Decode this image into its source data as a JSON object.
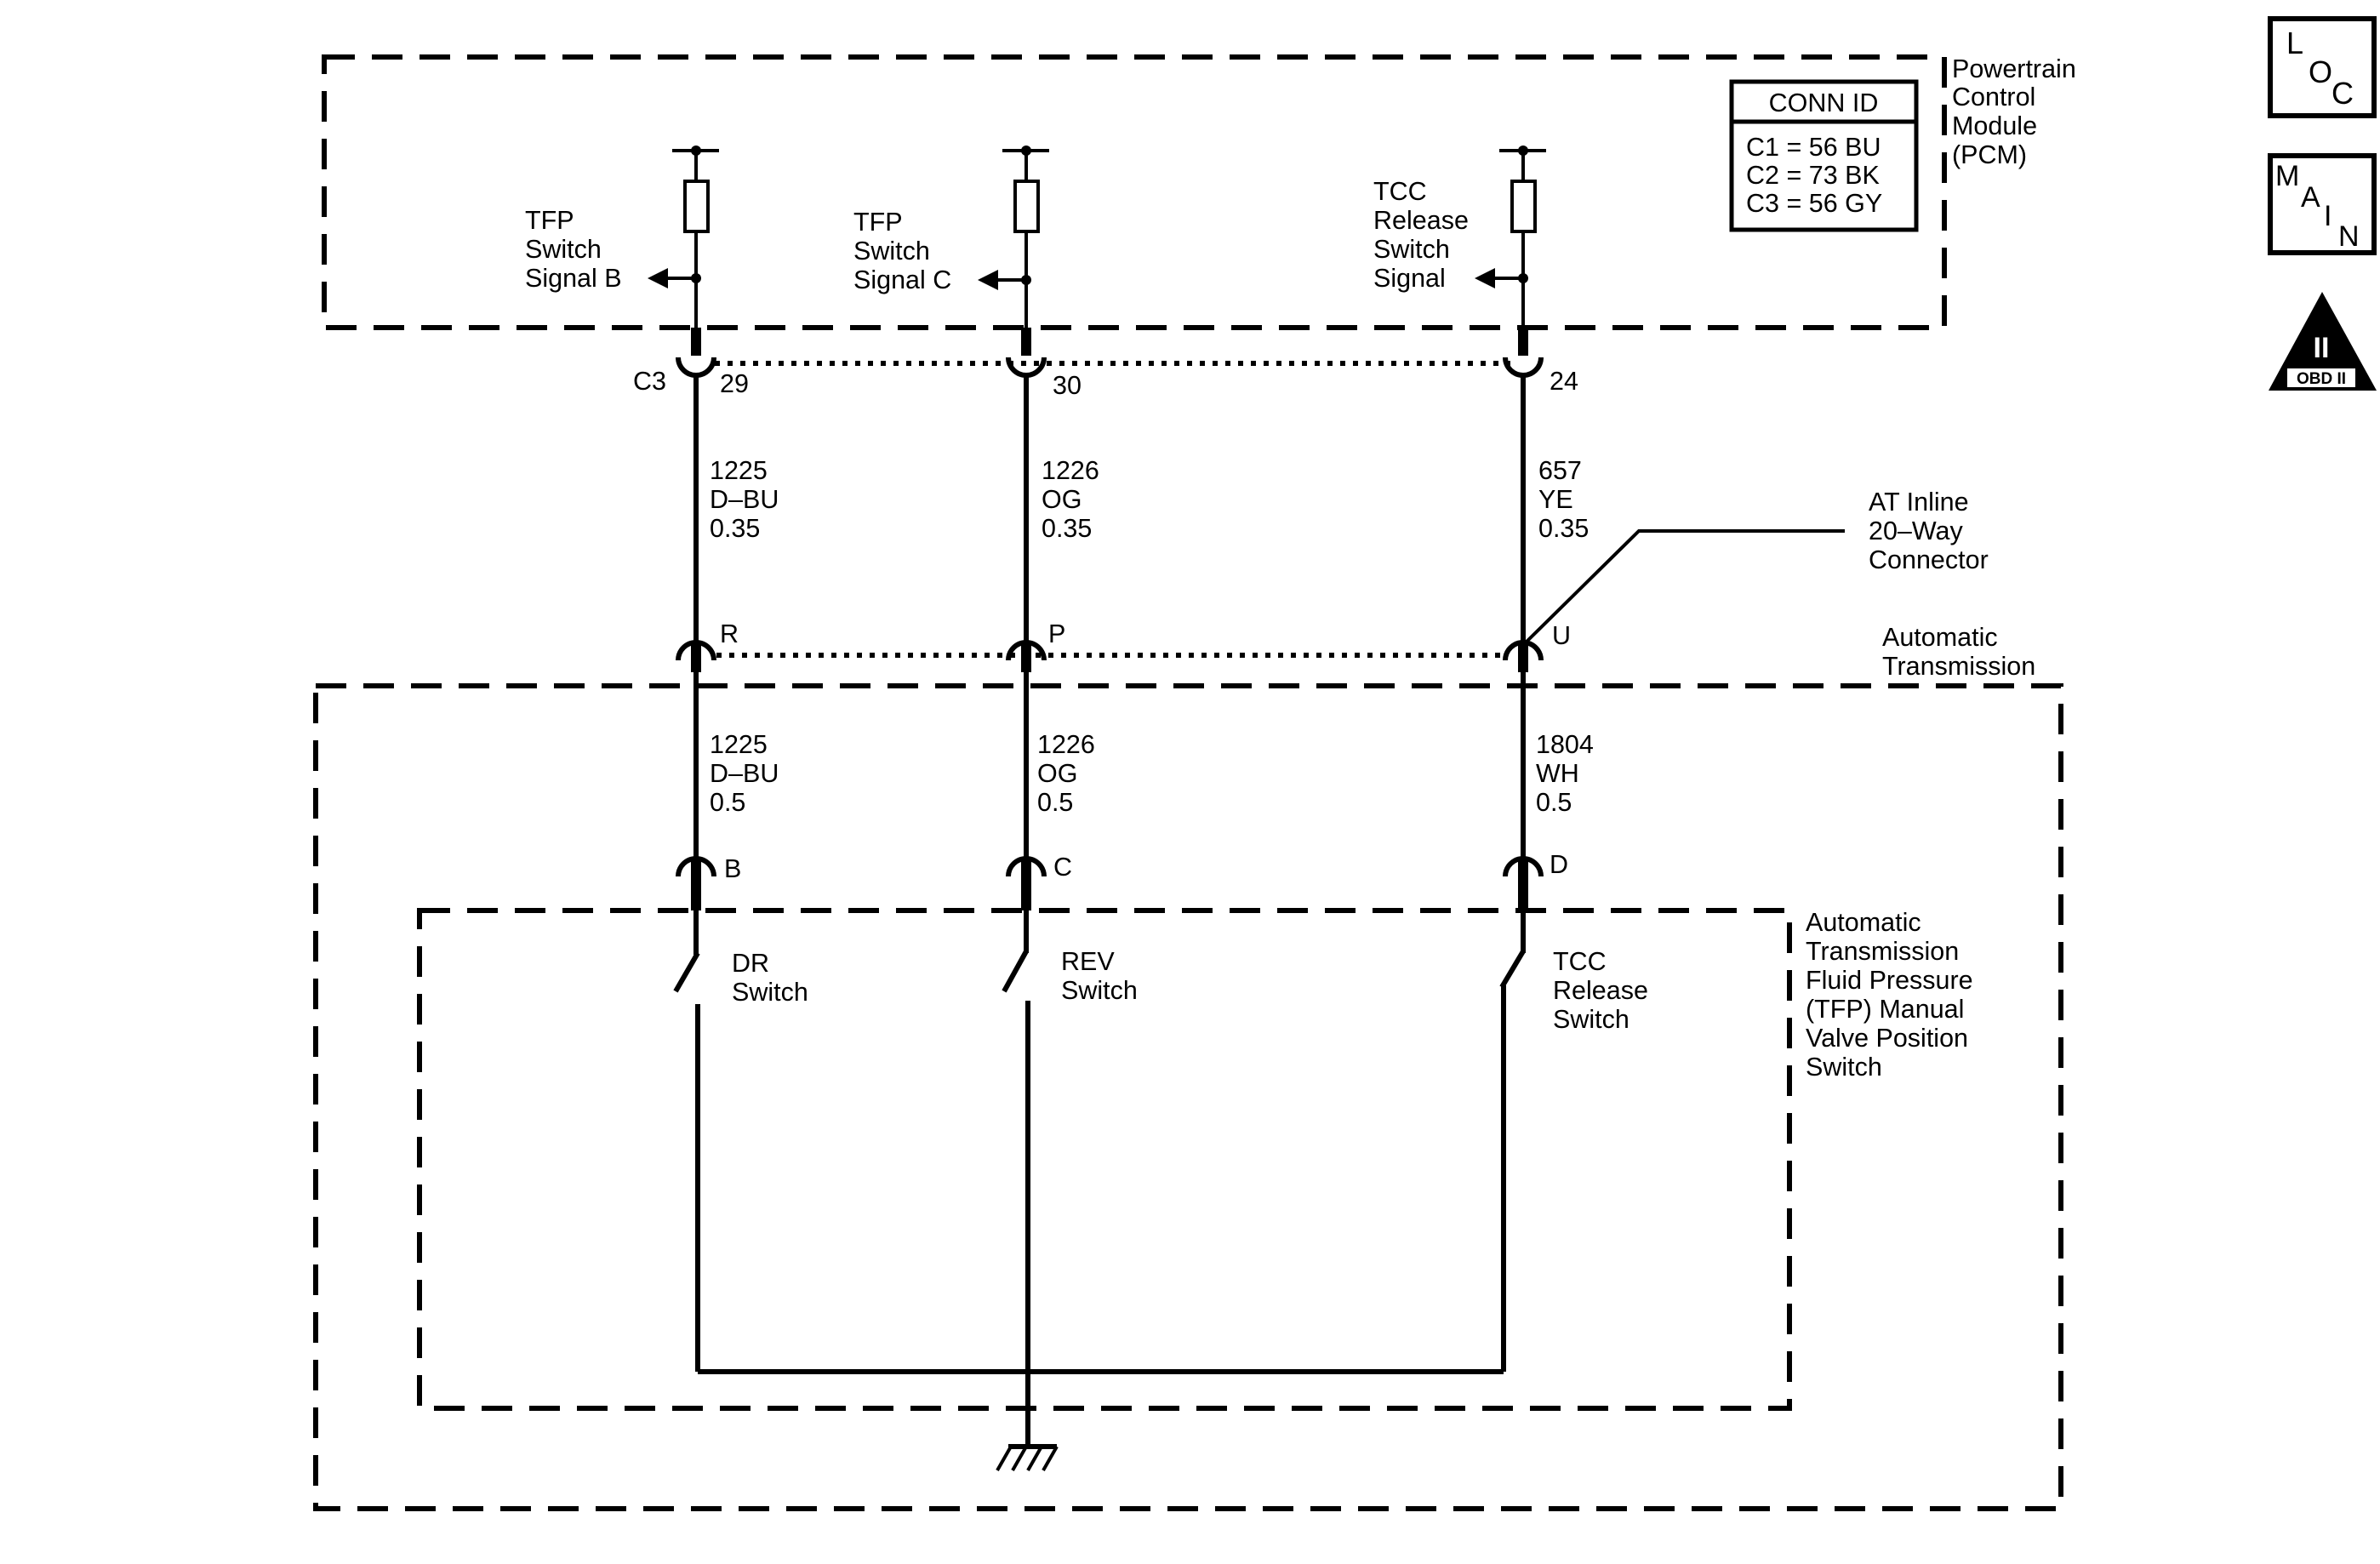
{
  "colors": {
    "line": "#000000",
    "background": "#ffffff"
  },
  "pcm": {
    "label": [
      "Powertrain",
      "Control",
      "Module",
      "(PCM)"
    ],
    "conn_id_title": "CONN ID",
    "conn_ids": [
      "C1 = 56 BU",
      "C2 = 73 BK",
      "C3 = 56 GY"
    ],
    "connector": "C3"
  },
  "signals": [
    {
      "label": [
        "TFP",
        "Switch",
        "Signal B"
      ],
      "pin": "29"
    },
    {
      "label": [
        "TFP",
        "Switch",
        "Signal C"
      ],
      "pin": "30"
    },
    {
      "label": [
        "TCC",
        "Release",
        "Switch",
        "Signal"
      ],
      "pin": "24"
    }
  ],
  "upper_wires": [
    {
      "circuit": "1225",
      "color": "D–BU",
      "gauge": "0.35"
    },
    {
      "circuit": "1226",
      "color": "OG",
      "gauge": "0.35"
    },
    {
      "circuit": "657",
      "color": "YE",
      "gauge": "0.35"
    }
  ],
  "inline_connector": {
    "label": [
      "AT Inline",
      "20–Way",
      "Connector"
    ],
    "pins": [
      "R",
      "P",
      "U"
    ]
  },
  "transmission": {
    "label": [
      "Automatic",
      "Transmission"
    ]
  },
  "lower_wires": [
    {
      "circuit": "1225",
      "color": "D–BU",
      "gauge": "0.5"
    },
    {
      "circuit": "1226",
      "color": "OG",
      "gauge": "0.5"
    },
    {
      "circuit": "1804",
      "color": "WH",
      "gauge": "0.5"
    }
  ],
  "switch_pins": [
    "B",
    "C",
    "D"
  ],
  "switches": [
    {
      "label": [
        "DR",
        "Switch"
      ]
    },
    {
      "label": [
        "REV",
        "Switch"
      ]
    },
    {
      "label": [
        "TCC",
        "Release",
        "Switch"
      ]
    }
  ],
  "tfp_switch": {
    "label": [
      "Automatic",
      "Transmission",
      "Fluid Pressure",
      "(TFP) Manual",
      "Valve Position",
      "Switch"
    ]
  },
  "icons": {
    "loc": {
      "L": "L",
      "O": "O",
      "C": "C"
    },
    "main": {
      "M": "M",
      "A": "A",
      "I": "I",
      "N": "N"
    },
    "obd": {
      "numeral": "II",
      "label": "OBD II"
    }
  }
}
